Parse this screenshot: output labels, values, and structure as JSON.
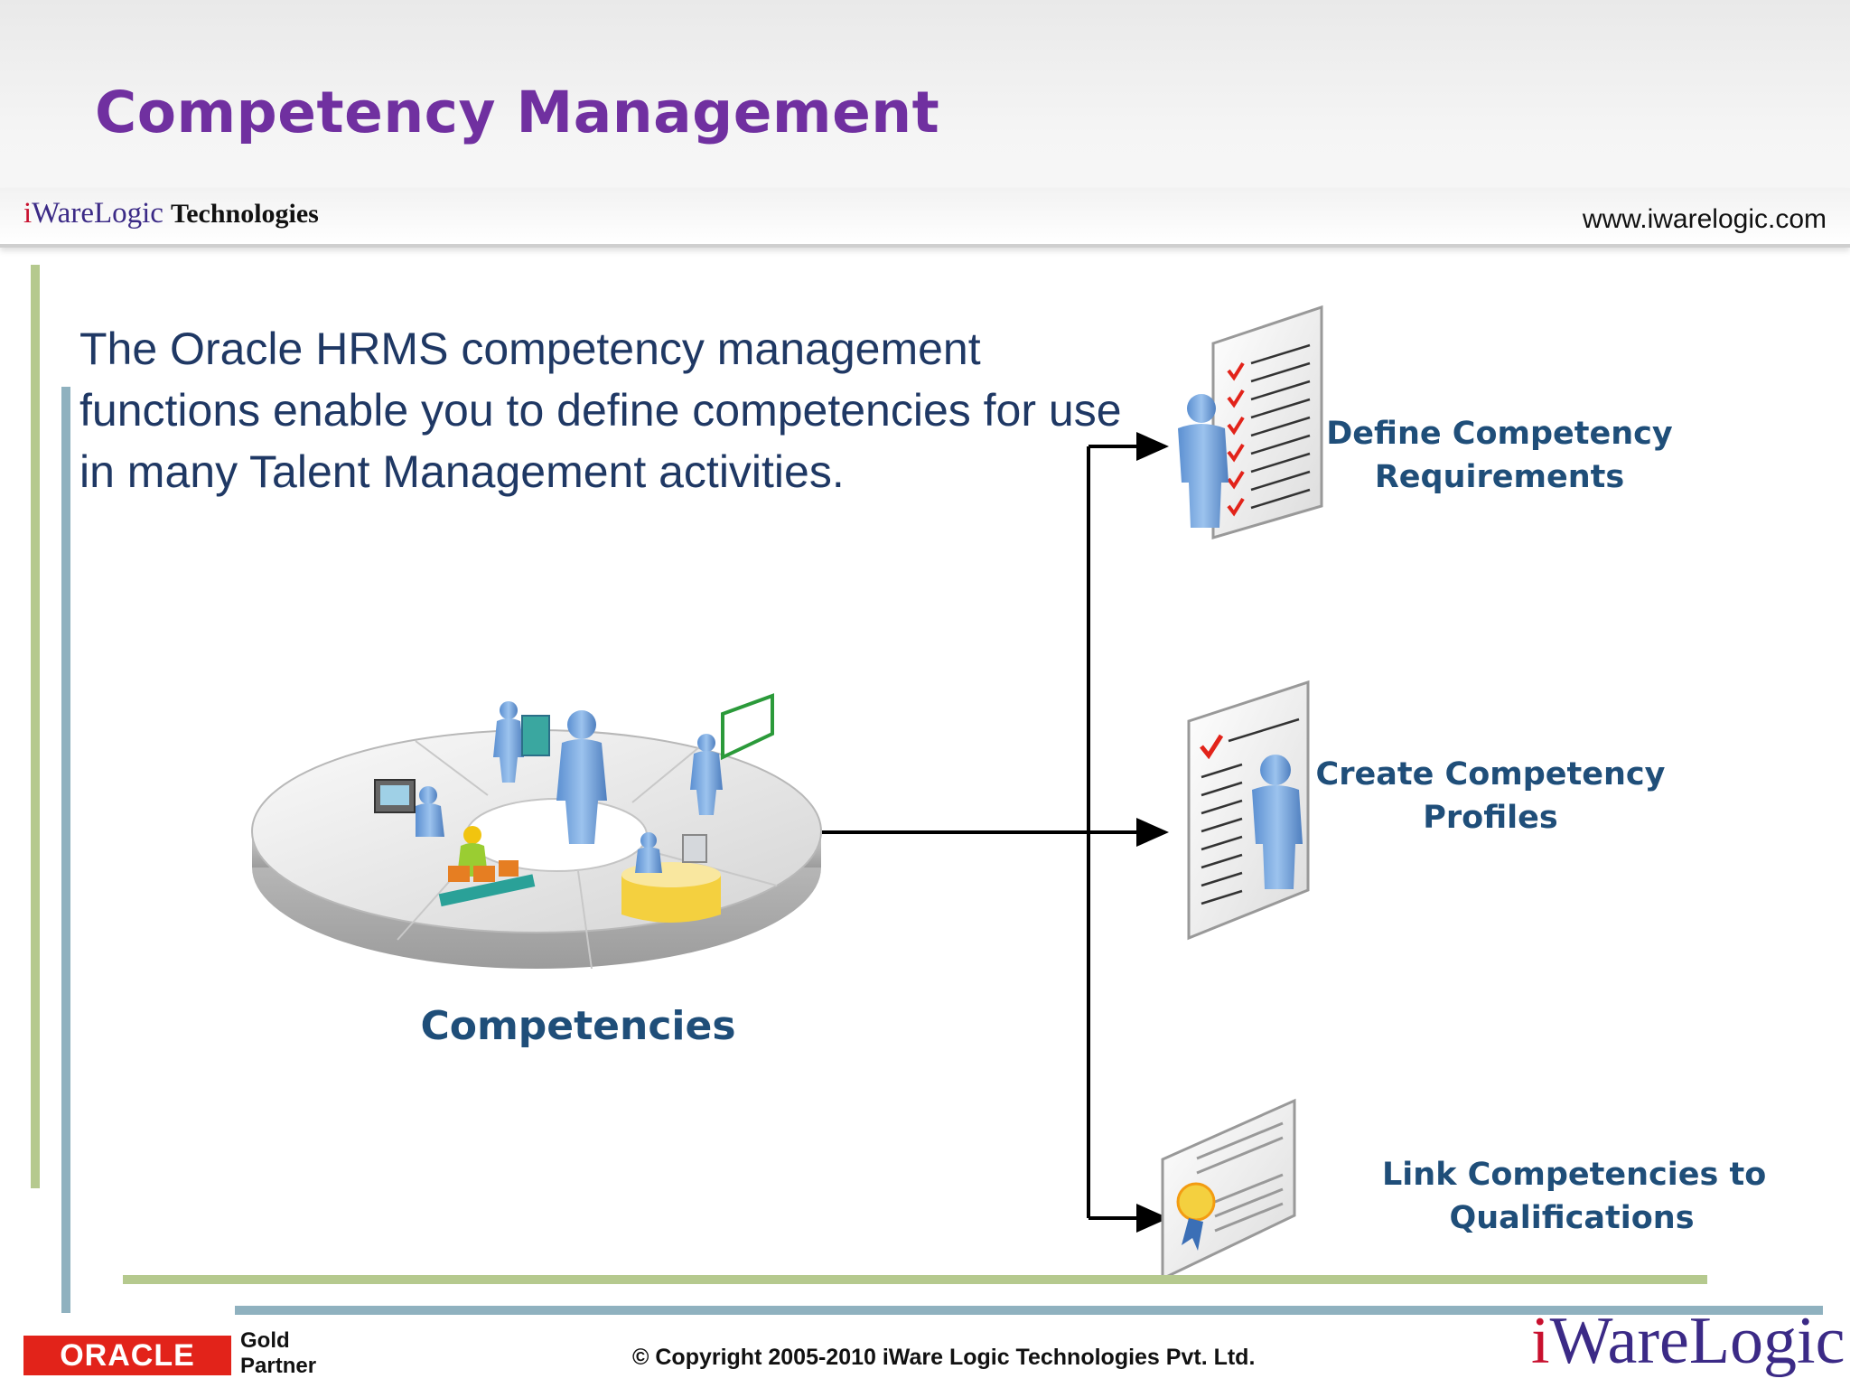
{
  "slide": {
    "title": "Competency Management",
    "brand": {
      "i": "i",
      "name": "WareLogic",
      "suffix": "Technologies"
    },
    "website": "www.iwarelogic.com",
    "intro": "The Oracle HRMS competency management functions enable you to define competencies for use in many Talent Management activities."
  },
  "diagram": {
    "center_label": "Competencies",
    "targets": [
      {
        "line1": "Define Competency",
        "line2": "Requirements"
      },
      {
        "line1": "Create Competency",
        "line2": "Profiles"
      },
      {
        "line1": "Link Competencies to",
        "line2": "Qualifications"
      }
    ]
  },
  "footer": {
    "oracle": "ORACLE",
    "gold": "Gold",
    "partner": "Partner",
    "copyright": "© Copyright 2005-2010 iWare Logic Technologies Pvt. Ltd.",
    "logo_i": "i",
    "logo_name": "WareLogic"
  },
  "colors": {
    "title": "#7030a0",
    "body_text": "#1f3864",
    "label_text": "#1f4e79",
    "accent_green": "#b5c98e",
    "accent_blue": "#8fb1bf",
    "oracle_red": "#e2231a"
  }
}
